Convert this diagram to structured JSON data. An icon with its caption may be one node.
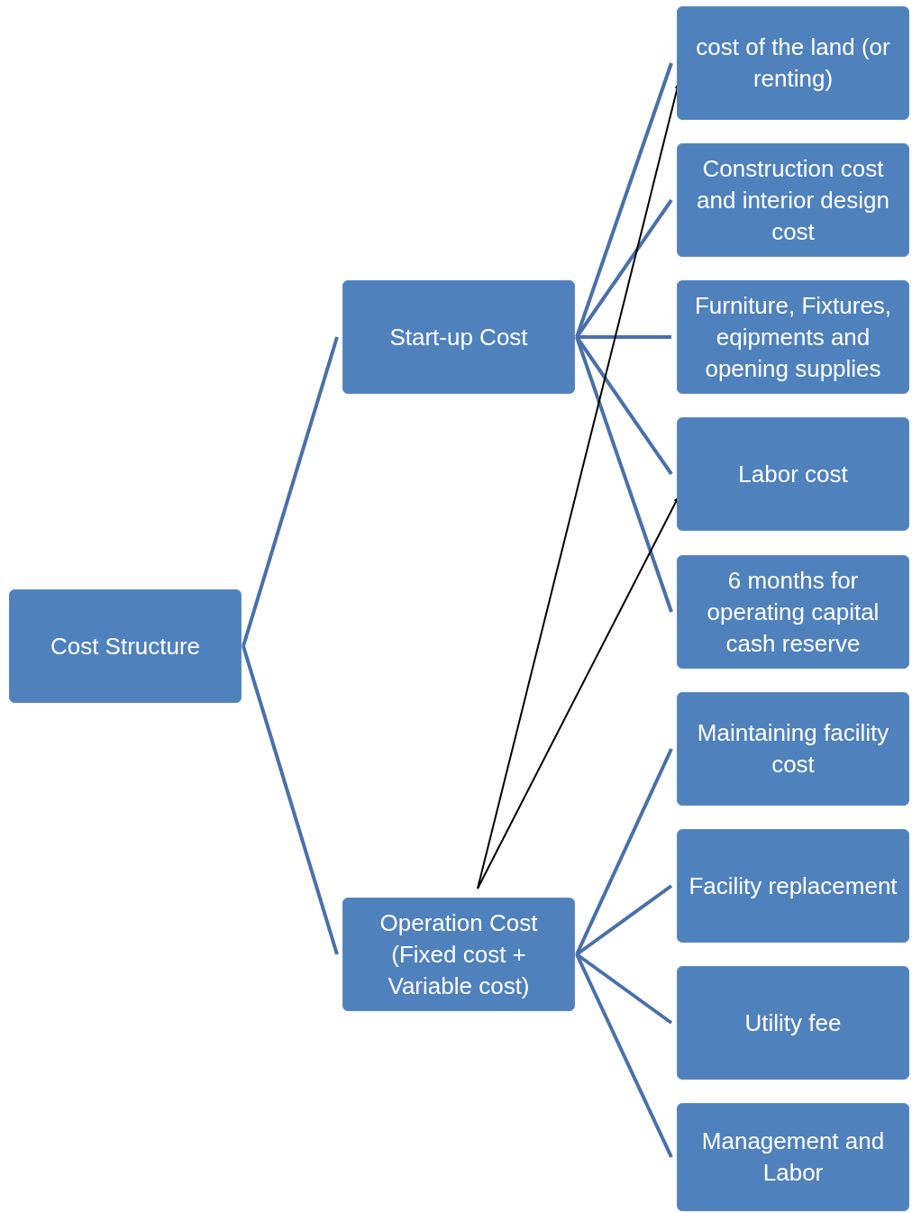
{
  "diagram": {
    "nodes": [
      {
        "text": [
          "Cost Structure"
        ]
      },
      {
        "text": [
          "Start-up Cost"
        ]
      },
      {
        "text": [
          "Operation Cost (Fixed cost + Variable cost)"
        ]
      },
      {
        "text": [
          "cost of the land (or renting)"
        ]
      },
      {
        "text": [
          "Construction cost and interior design cost"
        ]
      },
      {
        "text": [
          "Furniture, Fixtures, eqipments and opening supplies"
        ]
      },
      {
        "text": [
          "Labor cost"
        ]
      },
      {
        "text": [
          "6 months for operating capital cash reserve"
        ]
      },
      {
        "text": [
          "Maintaining facility cost"
        ]
      },
      {
        "text": [
          "Facility replacement"
        ]
      },
      {
        "text": [
          "Utility fee"
        ]
      },
      {
        "text": [
          "Management and Labor"
        ]
      }
    ],
    "edges": [
      {
        "from": 0,
        "to": 1,
        "arrow": "none"
      },
      {
        "from": 0,
        "to": 2,
        "arrow": "none"
      },
      {
        "from": 1,
        "to": 3,
        "arrow": "none"
      },
      {
        "from": 1,
        "to": 4,
        "arrow": "none"
      },
      {
        "from": 1,
        "to": 5,
        "arrow": "none"
      },
      {
        "from": 1,
        "to": 6,
        "arrow": "none"
      },
      {
        "from": 1,
        "to": 7,
        "arrow": "none"
      },
      {
        "from": 2,
        "to": 8,
        "arrow": "none"
      },
      {
        "from": 2,
        "to": 9,
        "arrow": "none"
      },
      {
        "from": 2,
        "to": 10,
        "arrow": "none"
      },
      {
        "from": 2,
        "to": 11,
        "arrow": "none"
      },
      {
        "from": 2,
        "to": 3,
        "arrow": "to",
        "color": "#000000"
      },
      {
        "from": 2,
        "to": 6,
        "arrow": "to",
        "color": "#000000"
      }
    ]
  }
}
